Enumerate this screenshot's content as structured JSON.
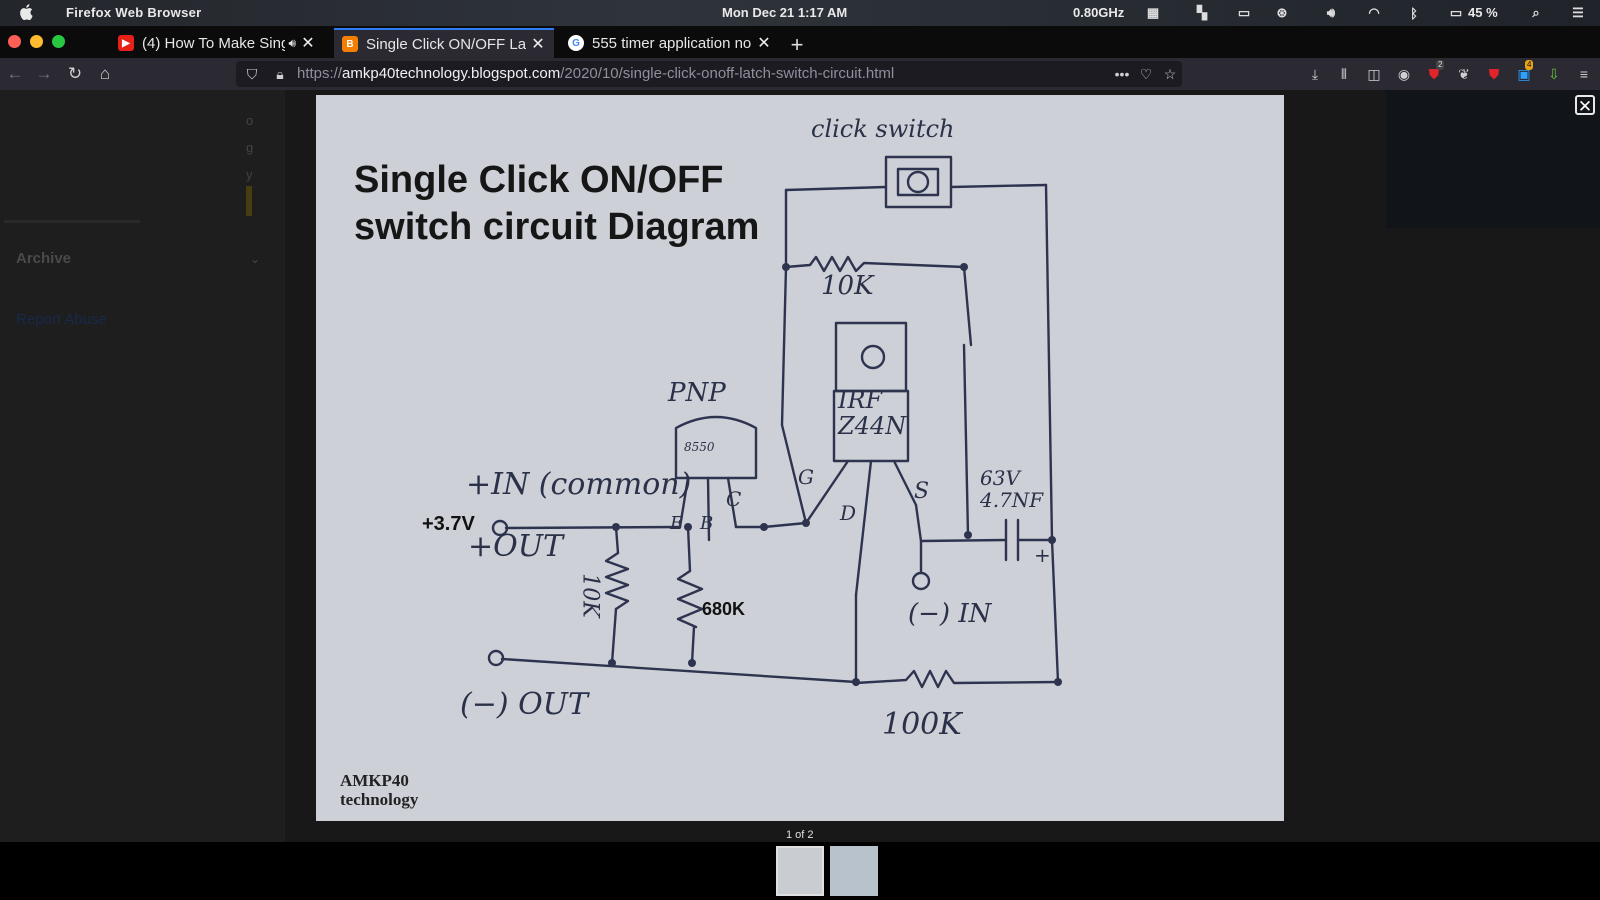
{
  "menubar": {
    "app_name": "Firefox Web Browser",
    "clock": "Mon Dec 21  1:17 AM",
    "cpu_freq": "0.80GHz",
    "battery_percent": "45 %"
  },
  "tabs": [
    {
      "title": "(4) How To Make Sing",
      "favicon": "youtube-icon",
      "audio": true
    },
    {
      "title": "Single Click ON/OFF Lat",
      "favicon": "blogger-icon",
      "active": true
    },
    {
      "title": "555 timer application no",
      "favicon": "google-icon"
    }
  ],
  "navbar": {
    "url_prefix": "https://",
    "url_host": "amkp40technology.blogspot.com",
    "url_path": "/2020/10/single-click-onoff-latch-switch-circuit.html",
    "badge_library": "2",
    "badge_ext": "4"
  },
  "page": {
    "sidebar_letters": "o\ng\ny",
    "archive_label": "Archive",
    "report_abuse": "Report Abuse",
    "lightbox_counter": "1 of 2"
  },
  "image": {
    "title_line1": "Single Click ON/OFF",
    "title_line2": "switch circuit Diagram",
    "labels": {
      "click_switch": "click switch",
      "r_top": "10K",
      "pnp": "PNP",
      "pnp_part": "8550",
      "mosfet": "IRF\nZ44N",
      "in_common": "+IN (common)",
      "out_pos": "+OUT",
      "voltage": "+3.7V",
      "emitter": "E",
      "base": "B",
      "collector": "C",
      "gate": "G",
      "drain": "D",
      "source": "S",
      "cap": "63V\n4.7NF",
      "r_680k": "680K",
      "r_10k_side": "10K",
      "in_neg": "(−) IN",
      "out_neg": "(−) OUT",
      "r_100k": "100K",
      "credit": "AMKP40\ntechnology"
    }
  },
  "colors": {
    "tab_accent": "#2d7bf5",
    "photo_bg": "#cdd0d6",
    "ink": "#2a3148"
  }
}
